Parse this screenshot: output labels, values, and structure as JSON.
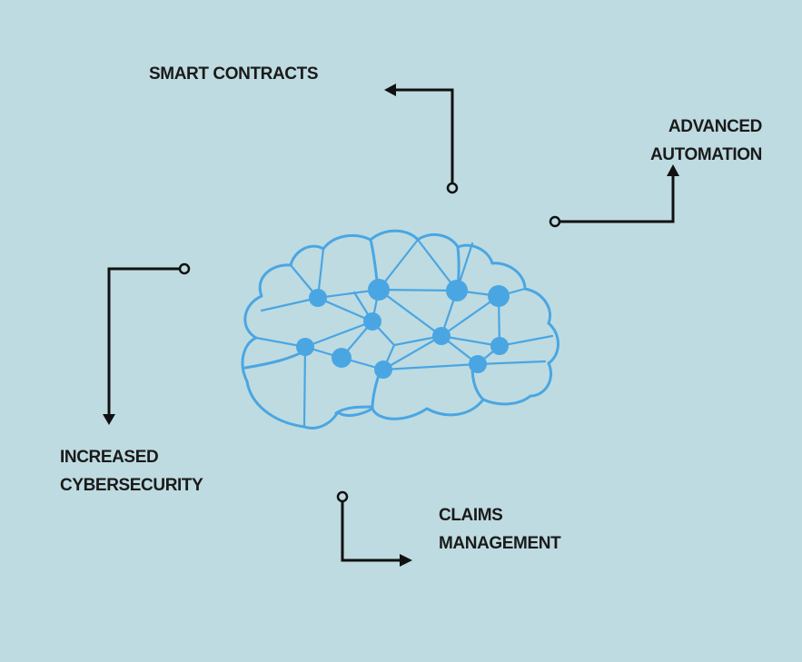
{
  "diagram": {
    "background_color": "#bedbe1",
    "brain_color": "#4aa6e2",
    "connector_color": "#111111",
    "center_icon": "brain-network-icon",
    "labels": {
      "smart_contracts": "SMART CONTRACTS",
      "advanced_automation_line1": "ADVANCED",
      "advanced_automation_line2": "AUTOMATION",
      "increased_cybersecurity_line1": "INCREASED",
      "increased_cybersecurity_line2": "CYBERSECURITY",
      "claims_management_line1": "CLAIMS",
      "claims_management_line2": "MANAGEMENT"
    }
  }
}
